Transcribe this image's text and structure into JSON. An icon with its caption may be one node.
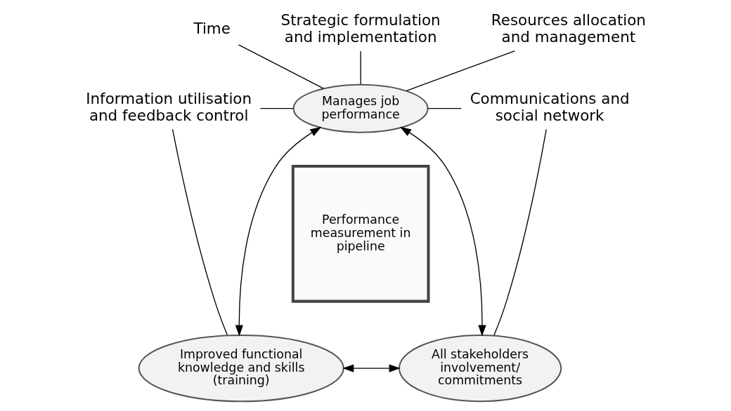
{
  "diagram": {
    "nodes": [
      {
        "text": [
          "Time"
        ]
      },
      {
        "text": [
          "Strategic formulation and implementation"
        ]
      },
      {
        "text": [
          "Resources allocation and management"
        ]
      },
      {
        "text": [
          "Manages job performance"
        ]
      },
      {
        "text": [
          "Information utilisation and feedback control"
        ]
      },
      {
        "text": [
          "Communications and social network"
        ]
      },
      {
        "text": [
          "Performance measurement in pipeline"
        ]
      },
      {
        "text": [
          "Improved functional knowledge and skills (training)"
        ]
      },
      {
        "text": [
          "All stakeholders involvement/ commitments"
        ]
      }
    ],
    "edges": [
      {
        "from": 0,
        "to": 3,
        "arrow": "none"
      },
      {
        "from": 1,
        "to": 3,
        "arrow": "none"
      },
      {
        "from": 2,
        "to": 3,
        "arrow": "none"
      },
      {
        "from": 4,
        "to": 3,
        "arrow": "none"
      },
      {
        "from": 5,
        "to": 3,
        "arrow": "none"
      },
      {
        "from": 4,
        "to": 7,
        "arrow": "none"
      },
      {
        "from": 5,
        "to": 8,
        "arrow": "none"
      },
      {
        "from": 3,
        "to": 7,
        "arrow": "both"
      },
      {
        "from": 3,
        "to": 8,
        "arrow": "both"
      },
      {
        "from": 7,
        "to": 8,
        "arrow": "both"
      }
    ]
  }
}
